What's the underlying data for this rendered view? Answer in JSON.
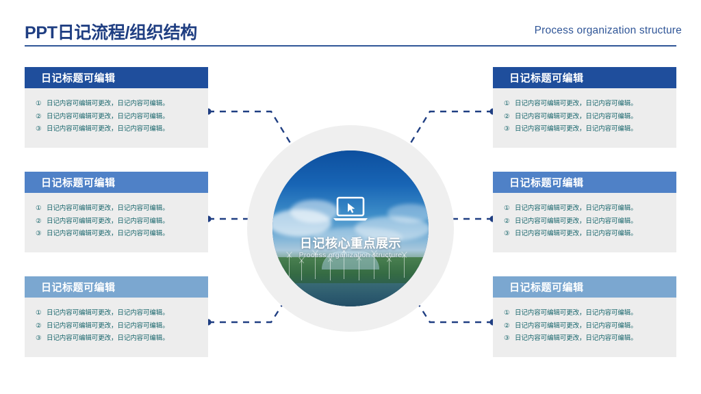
{
  "header": {
    "title": "PPT日记流程/组织结构",
    "subtitle_en": "Process organization structure"
  },
  "center": {
    "title": "日记核心重点展示",
    "subtitle": "Process organization structure",
    "icon": "laptop-cursor-icon"
  },
  "colors": {
    "title_navy": "#1F3E82",
    "rule": "#2F5597",
    "header_dark": "#1F4E9C",
    "header_mid": "#4F81C7",
    "header_light": "#7BA7D0",
    "card_body": "#EDEDED",
    "bullet_text": "#17656B",
    "connector": "#1F3E82",
    "ring": "#EFEFEF"
  },
  "cards": [
    {
      "id": "left-1",
      "side": "left",
      "title": "日记标题可编辑",
      "header_color": "#1F4E9C",
      "bullets": [
        {
          "num": "①",
          "text": "日记内容可编辑可更改，日记内容可编辑。"
        },
        {
          "num": "②",
          "text": "日记内容可编辑可更改，日记内容可编辑。"
        },
        {
          "num": "③",
          "text": "日记内容可编辑可更改，日记内容可编辑。"
        }
      ]
    },
    {
      "id": "left-2",
      "side": "left",
      "title": "日记标题可编辑",
      "header_color": "#4F81C7",
      "bullets": [
        {
          "num": "①",
          "text": "日记内容可编辑可更改，日记内容可编辑。"
        },
        {
          "num": "②",
          "text": "日记内容可编辑可更改，日记内容可编辑。"
        },
        {
          "num": "③",
          "text": "日记内容可编辑可更改，日记内容可编辑。"
        }
      ]
    },
    {
      "id": "left-3",
      "side": "left",
      "title": "日记标题可编辑",
      "header_color": "#7BA7D0",
      "bullets": [
        {
          "num": "①",
          "text": "日记内容可编辑可更改，日记内容可编辑。"
        },
        {
          "num": "②",
          "text": "日记内容可编辑可更改，日记内容可编辑。"
        },
        {
          "num": "③",
          "text": "日记内容可编辑可更改，日记内容可编辑。"
        }
      ]
    },
    {
      "id": "right-1",
      "side": "right",
      "title": "日记标题可编辑",
      "header_color": "#1F4E9C",
      "bullets": [
        {
          "num": "①",
          "text": "日记内容可编辑可更改，日记内容可编辑。"
        },
        {
          "num": "②",
          "text": "日记内容可编辑可更改，日记内容可编辑。"
        },
        {
          "num": "③",
          "text": "日记内容可编辑可更改，日记内容可编辑。"
        }
      ]
    },
    {
      "id": "right-2",
      "side": "right",
      "title": "日记标题可编辑",
      "header_color": "#4F81C7",
      "bullets": [
        {
          "num": "①",
          "text": "日记内容可编辑可更改，日记内容可编辑。"
        },
        {
          "num": "②",
          "text": "日记内容可编辑可更改，日记内容可编辑。"
        },
        {
          "num": "③",
          "text": "日记内容可编辑可更改，日记内容可编辑。"
        }
      ]
    },
    {
      "id": "right-3",
      "side": "right",
      "title": "日记标题可编辑",
      "header_color": "#7BA7D0",
      "bullets": [
        {
          "num": "①",
          "text": "日记内容可编辑可更改，日记内容可编辑。"
        },
        {
          "num": "②",
          "text": "日记内容可编辑可更改，日记内容可编辑。"
        },
        {
          "num": "③",
          "text": "日记内容可编辑可更改，日记内容可编辑。"
        }
      ]
    }
  ]
}
